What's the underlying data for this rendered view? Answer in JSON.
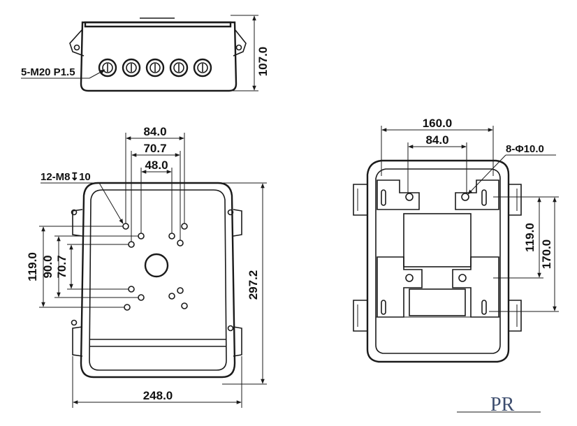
{
  "top_view": {
    "height_dim": "107.0",
    "port_label": "5-M20 P1.5"
  },
  "front_view": {
    "width_84": "84.0",
    "width_70_7": "70.7",
    "width_48": "48.0",
    "thread_label": "12-M8↧10",
    "vert_119": "119.0",
    "vert_90": "90.0",
    "vert_70_7": "70.7",
    "height_dim": "297.2",
    "width_dim": "248.0"
  },
  "back_view": {
    "width_160": "160.0",
    "width_84": "84.0",
    "hole_label": "8-Φ10.0",
    "vert_119": "119.0",
    "vert_170": "170.0"
  },
  "logo": {
    "text": "PR"
  },
  "colors": {
    "line": "#1a1a1a",
    "background": "#ffffff"
  }
}
